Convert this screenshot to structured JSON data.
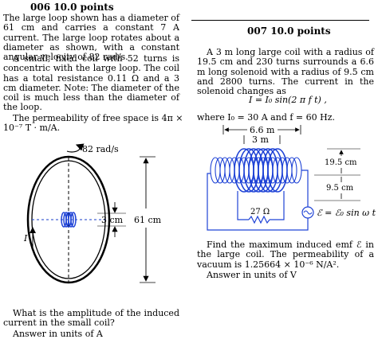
{
  "problem6": {
    "header": "006  10.0 points",
    "p1": "The large loop shown has a diameter of 61 cm and carries a constant 7 A current. The large loop rotates about a diameter as shown, with a constant angular velocity of 82 rad/s.",
    "p2": "A small, fixed coil with 52 turns is concentric with the large loop. The coil has a total resistance 0.11 Ω and a 3 cm diameter. Note: The diameter of the coil is much less than the diameter of the loop.",
    "p3a": "The permeability of free space is 4π ×",
    "p3b": "10⁻⁷ T · m/A.",
    "figure": {
      "omega_label": "82 rad/s",
      "small_label": "3 cm",
      "big_label": "61 cm",
      "current_label": "I"
    },
    "question": "What is the amplitude of the induced current in the small coil?",
    "answer": "Answer in units of A"
  },
  "problem7": {
    "header": "007  10.0 points",
    "p1": "A 3 m long large coil with a radius of 19.5 cm and 230 turns surrounds a 6.6 m long solenoid with a radius of 9.5 cm and 2800 turns. The current in the solenoid changes as",
    "equation": "I = I₀ sin(2 π f t) ,",
    "where": "where I₀ = 30 A and f = 60 Hz.",
    "figure": {
      "long_label": "6.6 m",
      "short_label": "3 m",
      "radius_big": "19.5 cm",
      "radius_small": "9.5 cm",
      "resistor": "27 Ω",
      "emf": "ℰ = ℰ₀ sin ω t"
    },
    "question": "Find the maximum induced emf ℰ in the large coil. The permeability of a vacuum is 1.25664 × 10⁻⁶ N/A².",
    "answer": "Answer in units of V"
  }
}
